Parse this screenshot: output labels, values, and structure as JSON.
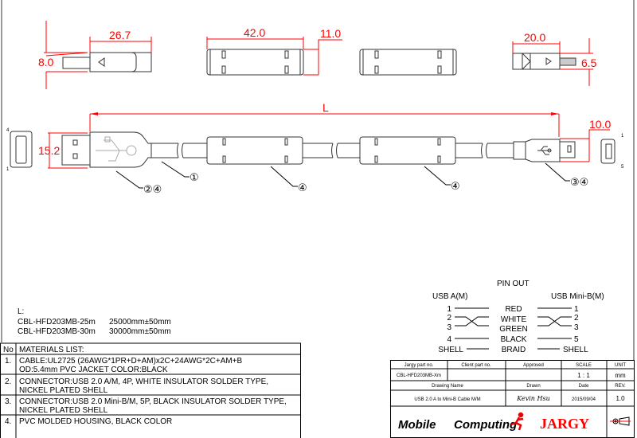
{
  "dimensions": {
    "a_length": "26.7",
    "a_height": "8.0",
    "ferrite_length": "42.0",
    "ferrite_dia": "11.0",
    "minib_length": "20.0",
    "minib_height": "6.5",
    "cable_length": "L",
    "a_width": "15.2",
    "minib_width": "10.0"
  },
  "callouts": {
    "c1": "①",
    "c24": "②④",
    "c4a": "④",
    "c4b": "④",
    "c34": "③④"
  },
  "pins": {
    "a_top": "4",
    "a_bot": "1",
    "b_top": "1",
    "b_bot": "5"
  },
  "lengths": {
    "label": "L:",
    "rows": [
      {
        "part": "CBL-HFD203MB-25m",
        "len": "25000mm±50mm"
      },
      {
        "part": "CBL-HFD203MB-30m",
        "len": "30000mm±50mm"
      }
    ]
  },
  "materials": {
    "no_header": "No",
    "header": "MATERIALS LIST:",
    "items": [
      {
        "no": "1.",
        "l1": "CABLE:UL2725 (26AWG*1PR+D+AM)x2C+24AWG*2C+AM+B",
        "l2": "OD:5.4mm  PVC JACKET COLOR:BLACK"
      },
      {
        "no": "2.",
        "l1": "CONNECTOR:USB 2.0 A/M, 4P, WHITE INSULATOR SOLDER TYPE,",
        "l2": "NICKEL PLATED SHELL"
      },
      {
        "no": "3.",
        "l1": "CONNECTOR:USB 2.0 Mini-B/M, 5P, BLACK INSULATOR SOLDER TYPE,",
        "l2": "NICKEL PLATED SHELL"
      },
      {
        "no": "4.",
        "l1": "PVC MOLDED HOUSING, BLACK COLOR",
        "l2": ""
      }
    ]
  },
  "pinout": {
    "title": "PIN OUT",
    "left_title": "USB A(M)",
    "right_title": "USB Mini-B(M)",
    "rows": [
      {
        "l": "1",
        "c": "RED",
        "r": "1"
      },
      {
        "l": "2",
        "c": "WHITE",
        "r": "2"
      },
      {
        "l": "3",
        "c": "GREEN",
        "r": "3"
      },
      {
        "l": "4",
        "c": "BLACK",
        "r": "5"
      },
      {
        "l": "SHELL",
        "c": "BRAID",
        "r": "SHELL"
      }
    ]
  },
  "titleblock": {
    "h_part": "Jargy part no.",
    "h_client": "Client part no.",
    "h_approved": "Approved",
    "h_scale": "SCALE",
    "h_unit": "UNIT",
    "part": "CBL-HFD203MB-Xm",
    "client": "",
    "approved": "",
    "scale": "1 : 1",
    "unit": "mm",
    "h_name": "Drawing Name",
    "h_drawn": "Drawn",
    "h_date": "Date",
    "h_rev": "REV.",
    "name": "USB 2.0 A to Mini-B Cable M/M",
    "drawn": "Kevin Hsu",
    "date": "2015/09/04",
    "rev": "1.0",
    "logo1": "Mobile",
    "logo2": "Computing",
    "logo3": "JARGY"
  },
  "colors": {
    "dimension": "#ff0000",
    "line": "#333333"
  }
}
